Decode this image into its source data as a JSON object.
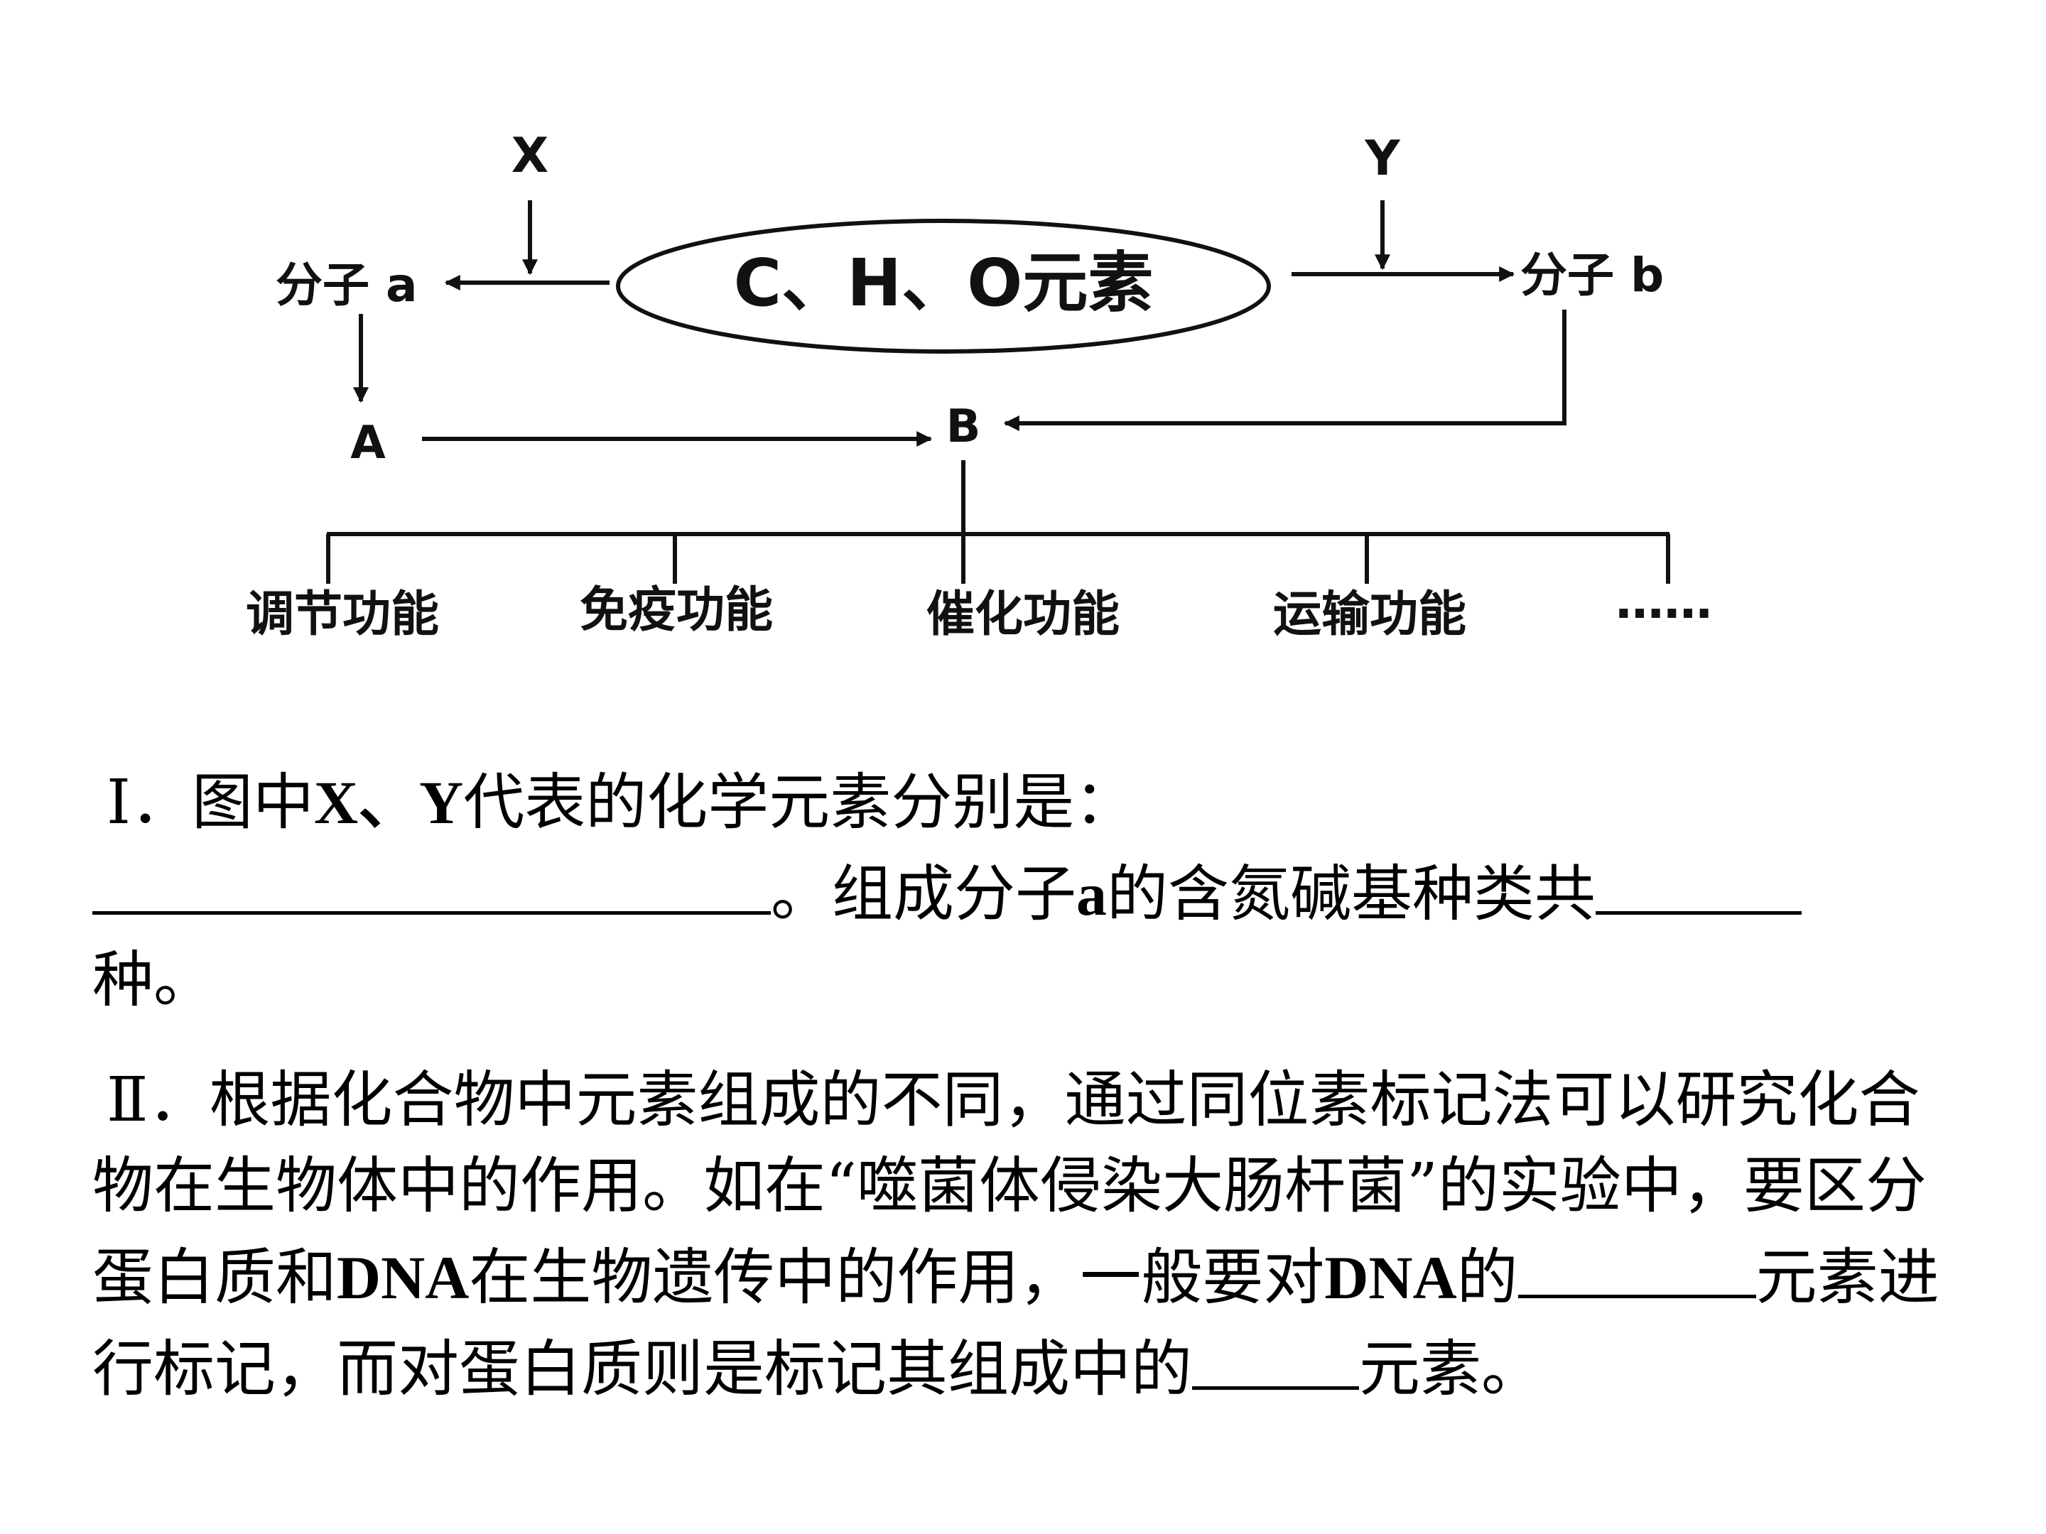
{
  "diagram": {
    "labels": {
      "x": "X",
      "y": "Y",
      "center": "C、H、O元素",
      "molecule_a": "分子 a",
      "molecule_b": "分子 b",
      "node_a": "A",
      "node_b": "B"
    },
    "functions": [
      "调节功能",
      "免疫功能",
      "催化功能",
      "运输功能",
      "……"
    ]
  },
  "question": {
    "part1": {
      "text1": "Ⅰ．图中",
      "xy": "X、Y",
      "text2": "代表的化学元素分别是：",
      "text3": "。组成分子",
      "a": "a",
      "text4": "的含氮碱基种类共",
      "text5": "种。"
    },
    "part2": {
      "text1": "Ⅱ．根据化合物中元素组成的不同，通过同位素标记法可以研究化合物在生物体中的作用。如在“噬菌体侵染大肠杆菌”的实验中，要区分蛋白质和",
      "dna1": "DNA",
      "text2": "在生物遗传中的作用，一般要对",
      "dna2": "DNA",
      "text3": "的",
      "text4": "元素进行标记，而对蛋白质则是标记其组成中的",
      "text5": "元素。"
    }
  }
}
